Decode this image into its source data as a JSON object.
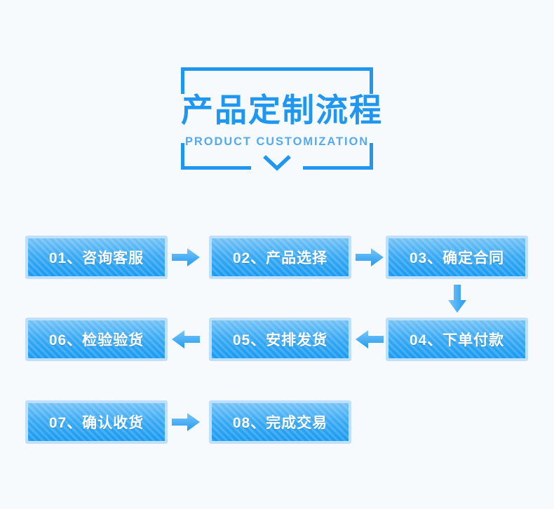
{
  "page": {
    "background_color": "#f6fafd",
    "accent_color": "#1f97f0",
    "box_border_color": "#bfdffb",
    "box_fill_top": "#74c3f7",
    "box_fill_bottom": "#1b9bf1",
    "text_color": "#ffffff"
  },
  "header": {
    "title": "产品定制流程",
    "subtitle": "PRODUCT CUSTOMIZATION",
    "chevron_icon": "chevron-down-icon",
    "frame_style": "corner-brackets"
  },
  "flow": {
    "rows": [
      {
        "direction": "left-to-right",
        "steps": [
          {
            "number": "01",
            "separator": "、",
            "name": "咨询客服",
            "label": "01、咨询客服"
          },
          {
            "number": "02",
            "separator": "、",
            "name": "产品选择",
            "label": "02、产品选择"
          },
          {
            "number": "03",
            "separator": "、",
            "name": "确定合同",
            "label": "03、确定合同"
          }
        ],
        "connectors": [
          "arrow-right-icon",
          "arrow-right-icon"
        ]
      },
      {
        "direction": "right-to-left",
        "steps": [
          {
            "number": "06",
            "separator": "、",
            "name": "检验验货",
            "label": "06、检验验货"
          },
          {
            "number": "05",
            "separator": "、",
            "name": "安排发货",
            "label": "05、安排发货"
          },
          {
            "number": "04",
            "separator": "、",
            "name": "下单付款",
            "label": "04、下单付款"
          }
        ],
        "connectors": [
          "arrow-left-icon",
          "arrow-left-icon"
        ]
      },
      {
        "direction": "left-to-right",
        "steps": [
          {
            "number": "07",
            "separator": "、",
            "name": "确认收货",
            "label": "07、确认收货"
          },
          {
            "number": "08",
            "separator": "、",
            "name": "完成交易",
            "label": "08、完成交易"
          }
        ],
        "connectors": [
          "arrow-right-icon"
        ]
      }
    ],
    "row_connectors": [
      {
        "from": "03、确定合同",
        "to": "04、下单付款",
        "icon": "arrow-down-icon"
      }
    ]
  }
}
